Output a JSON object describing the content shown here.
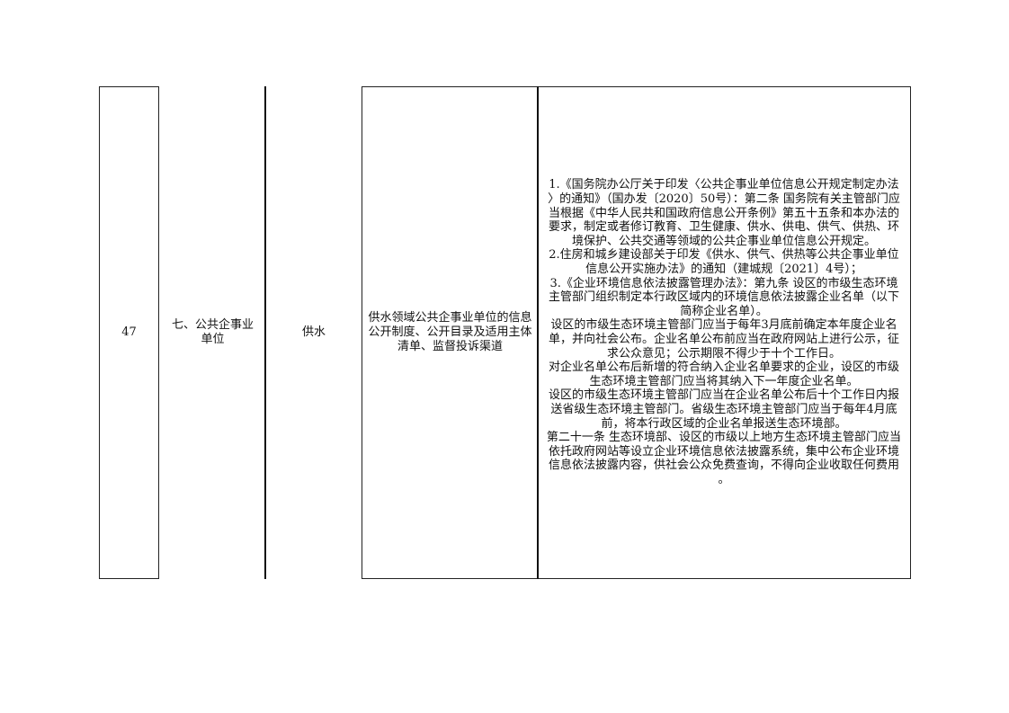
{
  "row": {
    "number": "47",
    "category": "七、公共企事业单位",
    "subcategory": "供水",
    "item": "供水领域公共企事业单位的信息公开制度、公开目录及适用主体清单、监督投诉渠道",
    "basis_lines": [
      "1.《国务院办公厅关于印发〈公共企事业单位信息公开规定制定办法",
      "〉的通知》（国办发〔2020〕50号）：第二条 国务院有关主管部门应",
      "当根据《中华人民共和国政府信息公开条例》第五十五条和本办法的",
      "要求，制定或者修订教育、卫生健康、供水、供电、供气、供热、环",
      "境保护、公共交通等领域的公共企事业单位信息公开规定。",
      "2.住房和城乡建设部关于印发《供水、供气、供热等公共企事业单位",
      "信息公开实施办法》的通知（建城规〔2021〕4号）；",
      "3.《企业环境信息依法披露管理办法》：第九条 设区的市级生态环境",
      "主管部门组织制定本行政区域内的环境信息依法披露企业名单（以下",
      "简称企业名单）。",
      "设区的市级生态环境主管部门应当于每年3月底前确定本年度企业名",
      "单，并向社会公布。企业名单公布前应当在政府网站上进行公示，征",
      "求公众意见；公示期限不得少于十个工作日。",
      "对企业名单公布后新增的符合纳入企业名单要求的企业，设区的市级",
      "生态环境主管部门应当将其纳入下一年度企业名单。",
      "设区的市级生态环境主管部门应当在企业名单公布后十个工作日内报",
      "送省级生态环境主管部门。省级生态环境主管部门应当于每年4月底",
      "前，将本行政区域的企业名单报送生态环境部。",
      "第二十一条 生态环境部、设区的市级以上地方生态环境主管部门应当",
      "依托政府网站等设立企业环境信息依法披露系统，集中公布企业环境",
      "信息依法披露内容，供社会公众免费查询，不得向企业收取任何费用",
      "。"
    ]
  }
}
